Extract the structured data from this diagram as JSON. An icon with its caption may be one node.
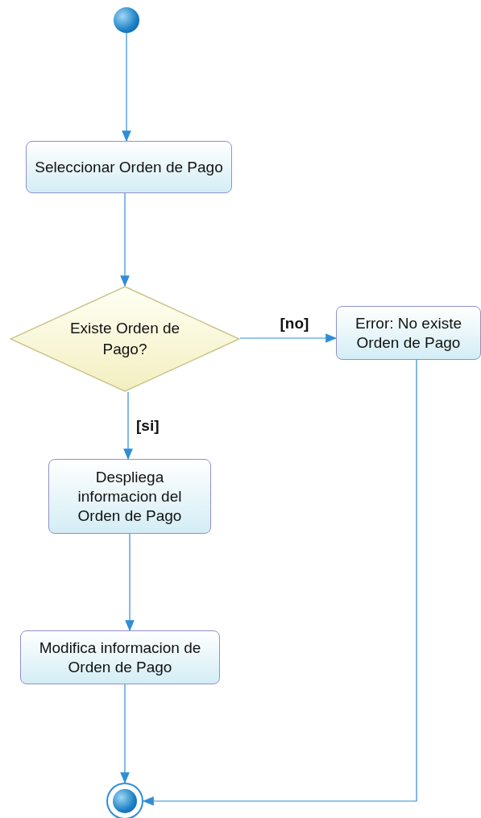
{
  "diagram": {
    "nodes": [
      {
        "text": [],
        "shape": "circle"
      },
      {
        "text": [
          "Seleccionar Orden de Pago"
        ]
      },
      {
        "text": [
          "Existe Orden de Pago?"
        ]
      },
      {
        "text": [
          "Error: No existe Orden de Pago"
        ]
      },
      {
        "text": [
          "Despliega informacion del Orden de Pago"
        ]
      },
      {
        "text": [
          "Modifica informacion de Orden de Pago"
        ]
      },
      {
        "text": [],
        "shape": "circle"
      }
    ],
    "edges": [
      {
        "from": 0,
        "to": 1,
        "arrow": "to"
      },
      {
        "from": 1,
        "to": 2,
        "arrow": "to"
      },
      {
        "from": 2,
        "to": 3,
        "arrow": "to",
        "label": "[no]"
      },
      {
        "from": 2,
        "to": 4,
        "arrow": "to",
        "label": "[si]"
      },
      {
        "from": 4,
        "to": 5,
        "arrow": "to"
      },
      {
        "from": 5,
        "to": 6,
        "arrow": "to"
      },
      {
        "from": 3,
        "to": 6,
        "arrow": "to"
      }
    ]
  }
}
